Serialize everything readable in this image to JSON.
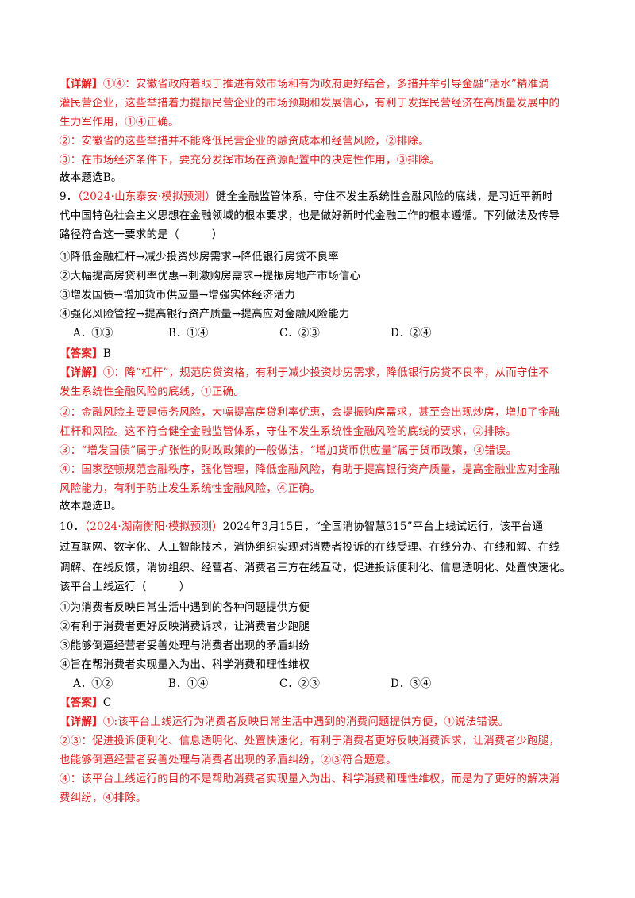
{
  "q8": {
    "detail_tag": "【详解】",
    "detail_l1": "①④：安徽省政府着眼于推进有效市场和有为政府更好结合，多措并举引导金融“活水”精准滴",
    "detail_l2": "灌民营企业，这些举措着力提振民营企业的市场预期和发展信心，有利于发挥民营经济在高质量发展中的",
    "detail_l3": "生力军作用，①④正确。",
    "detail_l4": "②：安徽省的这些举措并不能降低民营企业的融资成本和经营风险，②排除。",
    "detail_l5": "③：在市场经济条件下，要充分发挥市场在资源配置中的决定性作用，③排除。",
    "conclusion": "故本题选B。"
  },
  "q9": {
    "number": "9．",
    "source": "（2024·山东泰安·模拟预测）",
    "stem_l1": "健全金融监管体系，守住不发生系统性金融风险的底线，是习近平新时",
    "stem_l2": "代中国特色社会主义思想在金融领域的根本要求，也是做好新时代金融工作的根本遵循。下列做法及传导",
    "stem_l3": "路径符合这一要求的是（　　　）",
    "items": [
      "①降低金融杠杆→减少投资炒房需求→降低银行房贷不良率",
      "②大幅提高房贷利率优惠→刺激购房需求→提振房地产市场信心",
      "③增发国债→增加货币供应量→增强实体经济活力",
      "④强化风险管控→提高银行资产质量→提高应对金融风险能力"
    ],
    "options": [
      "A．①③",
      "B．①④",
      "C．②③",
      "D．②④"
    ],
    "answer_tag": "【答案】",
    "answer": "B",
    "detail_tag": "【详解】",
    "detail_l1": "①：降“杠杆”，规范房贷资格，有利于减少投资炒房需求，降低银行房贷不良率，从而守住不",
    "detail_l2": "发生系统性金融风险的底线，①正确。",
    "detail_l3": "②：金融风险主要是债务风险，大幅提高房贷利率优惠，会提振购房需求，甚至会出现炒房，增加了金融",
    "detail_l4": "杠杆和风险。这不符合健全金融监管体系，守住不发生系统性金融风险的底线的要求，②排除。",
    "detail_l5": "③：“增发国债”属于扩张性的财政政策的一般做法，“增加货币供应量”属于货币政策，③错误。",
    "detail_l6": "④：国家整顿规范金融秩序，强化管理，降低金融风险，有助于提高银行资产质量，提高金融业应对金融",
    "detail_l7": "风险能力，有利于防止发生系统性金融风险，④正确。",
    "conclusion": "故本题选B。"
  },
  "q10": {
    "number": "10．",
    "source": "（2024·湖南衡阳·模拟预测）",
    "stem_l1": "2024年3月15日，“全国消协智慧315”平台上线试运行，该平台通",
    "stem_l2": "过互联网、数字化、人工智能技术，消协组织实现对消费者投诉的在线受理、在线分办、在线和解、在线",
    "stem_l3": "调解、在线反馈，消协组织、经营者、消费者三方在线互动，促进投诉便利化、信息透明化、处置快速化。",
    "stem_l4": "该平台上线运行（　　　）",
    "items": [
      "①为消费者反映日常生活中遇到的各种问题提供方便",
      "②有利于消费者更好反映消费诉求，让消费者少跑腿",
      "③能够倒逼经营者妥善处理与消费者出现的矛盾纠纷",
      "④旨在帮消费者实现量入为出、科学消费和理性维权"
    ],
    "options": [
      "A．①②",
      "B．①④",
      "C．②③",
      "D．③④"
    ],
    "answer_tag": "【答案】",
    "answer": "C",
    "detail_tag": "【详解】",
    "detail_l1": "①:该平台上线运行为消费者反映日常生活中遇到的消费问题提供方便，①说法错误。",
    "detail_l2": "②③：促进投诉便利化、信息透明化、处置快速化，有利于消费者更好反映消费诉求，让消费者少跑腿，",
    "detail_l3": "也能够倒逼经营者妥善处理与消费者出现的矛盾纠纷，②③符合题意。",
    "detail_l4": "④：该平台上线运行的目的不是帮助消费者实现量入为出、科学消费和理性维权，而是为了更好的解决消",
    "detail_l5": "费纠纷，④排除。"
  }
}
